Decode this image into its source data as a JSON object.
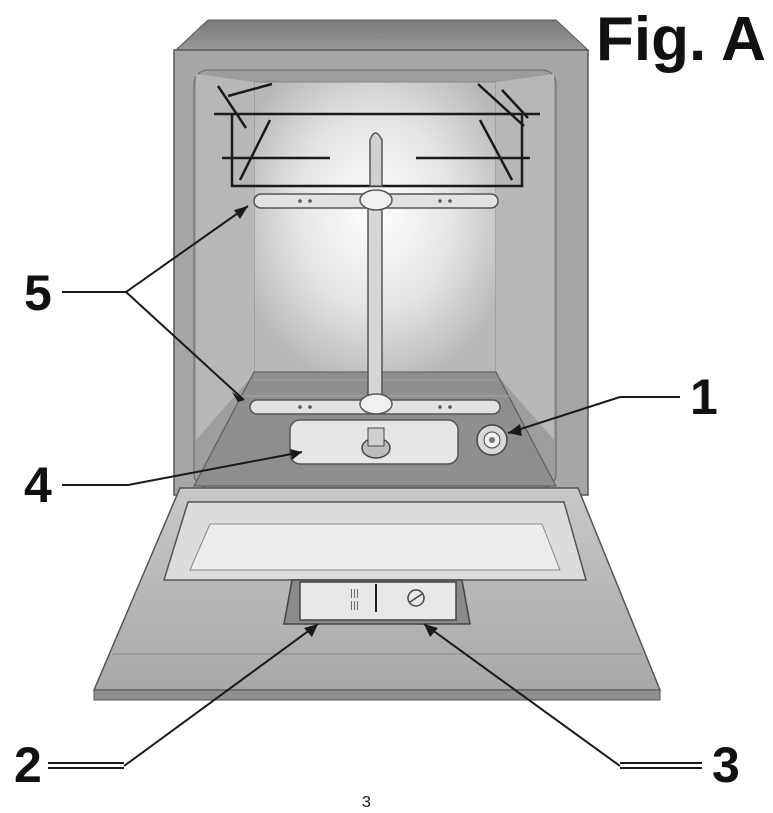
{
  "figure": {
    "title": "Fig. A",
    "page_number": "3"
  },
  "callouts": [
    {
      "id": "1",
      "label": "1"
    },
    {
      "id": "2",
      "label": "2"
    },
    {
      "id": "3",
      "label": "3"
    },
    {
      "id": "4",
      "label": "4"
    },
    {
      "id": "5",
      "label": "5"
    }
  ]
}
